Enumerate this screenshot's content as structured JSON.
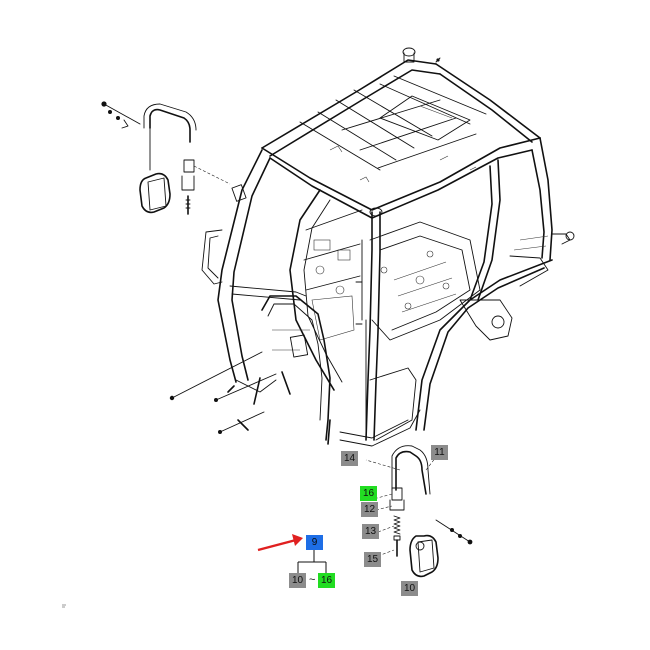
{
  "callouts": {
    "c14": "14",
    "c11": "11",
    "c16a": "16",
    "c12": "12",
    "c13": "13",
    "c15": "15",
    "c10a": "10",
    "c9": "9",
    "c10b": "10",
    "c16b": "16"
  },
  "range_separator": "~",
  "colors": {
    "gray_tag": "#8c8c8c",
    "green_tag": "#22dd22",
    "blue_tag": "#1e6ee6",
    "pointer_arrow": "#e02020"
  }
}
